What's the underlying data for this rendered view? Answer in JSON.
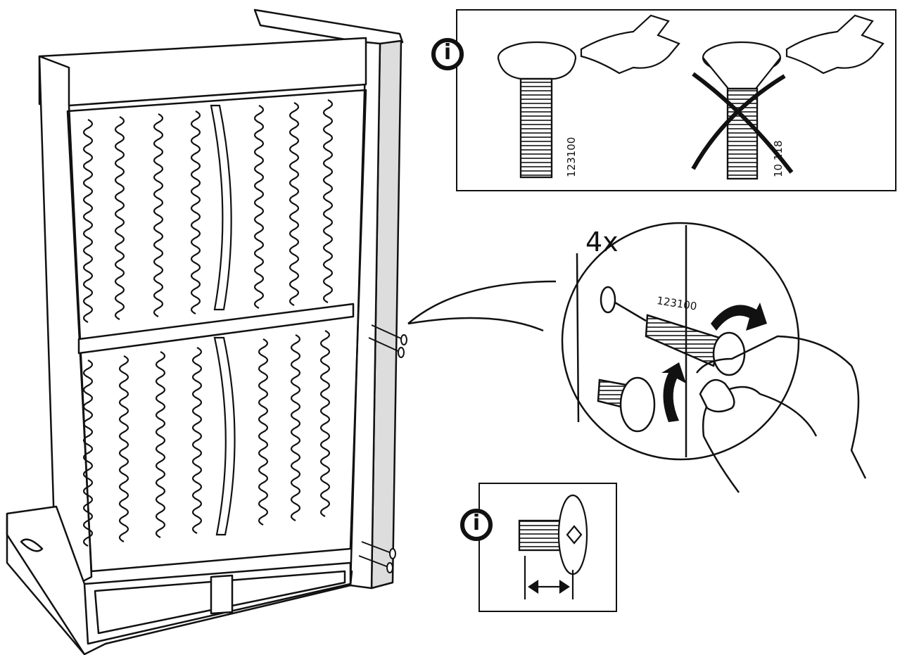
{
  "info_top": {
    "icon": "info-icon",
    "icon_glyph": "i",
    "correct_screw_number": "123100",
    "wrong_screw_number": "10 118"
  },
  "detail": {
    "quantity": "4x",
    "screw_number": "123100"
  },
  "info_bottom": {
    "icon": "info-icon",
    "icon_glyph": "i"
  },
  "colors": {
    "line": "#111111",
    "fill": "#ffffff",
    "shade": "#dddddd"
  }
}
